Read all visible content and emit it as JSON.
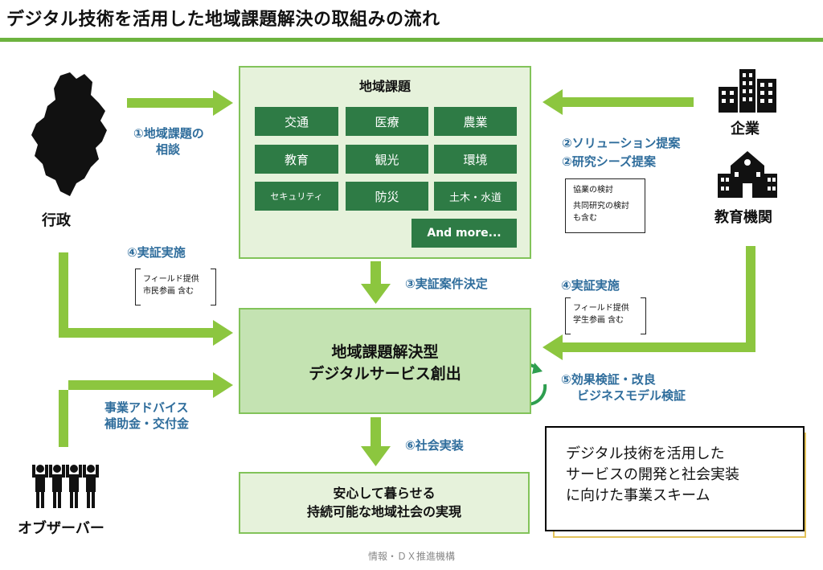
{
  "title": "デジタル技術を活用した地域課題解決の取組みの流れ",
  "colors": {
    "accent_green": "#6db33f",
    "cell_green": "#2e7b45",
    "label_blue": "#2f6d9c",
    "box_light": "#e6f2db",
    "box_mid": "#c4e3b2"
  },
  "issues": {
    "title": "地域課題",
    "cells": [
      "交通",
      "医療",
      "農業",
      "教育",
      "観光",
      "環境",
      "セキュリティ",
      "防災",
      "土木・水道"
    ],
    "more": "And more..."
  },
  "center": {
    "line1": "地域課題解決型",
    "line2": "デジタルサービス創出"
  },
  "result": {
    "line1": "安心して暮らせる",
    "line2": "持続可能な地域社会の実現"
  },
  "actors": {
    "gov": "行政",
    "company": "企業",
    "edu": "教育機関",
    "observer": "オブザーバー"
  },
  "steps": {
    "s1_line1": "①地域課題の",
    "s1_line2": "相談",
    "s2a": "②ソリューション提案",
    "s2b": "②研究シーズ提案",
    "s2_note1": "協業の検討",
    "s2_note2": "共同研究の検討",
    "s2_note3": "も含む",
    "s3": "③実証案件決定",
    "s4_left": "④実証実施",
    "s4_left_note1": "フィールド提供",
    "s4_left_note2": "市民参画 含む",
    "s4_right": "④実証実施",
    "s4_right_note1": "フィールド提供",
    "s4_right_note2": "学生参画 含む",
    "s5_line1": "⑤効果検証・改良",
    "s5_line2": "ビジネスモデル検証",
    "s6": "⑥社会実装",
    "advice_line1": "事業アドバイス",
    "advice_line2": "補助金・交付金"
  },
  "scheme": {
    "line1": "デジタル技術を活用した",
    "line2": "サービスの開発と社会実装",
    "line3": "に向けた事業スキーム"
  },
  "footer": "情報・ＤＸ推進機構",
  "icons": [
    "prefecture-map-icon",
    "building-icon",
    "school-icon",
    "people-icon",
    "cycle-icon",
    "arrow-icon"
  ]
}
